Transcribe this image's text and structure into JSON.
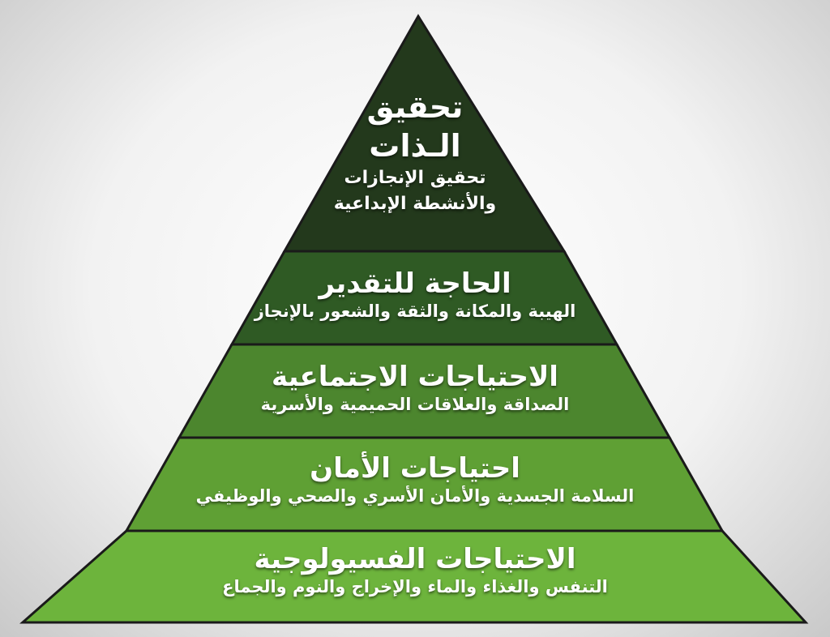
{
  "pyramid": {
    "levels": [
      {
        "title_lines": [
          "تحقيق",
          "الـذات"
        ],
        "subtitle_lines": [
          "تحقيق الإنجازات",
          "والأنشطة الإبداعية"
        ],
        "color": "#23391c"
      },
      {
        "title_lines": [
          "الحاجة للتقدير"
        ],
        "subtitle_lines": [
          "الهيبة والمكانة والثقة والشعور بالإنجاز"
        ],
        "color": "#2f5a24"
      },
      {
        "title_lines": [
          "الاحتياجات الاجتماعية"
        ],
        "subtitle_lines": [
          "الصداقة والعلاقات الحميمية والأسرية"
        ],
        "color": "#4c862e"
      },
      {
        "title_lines": [
          "احتياجات الأمان"
        ],
        "subtitle_lines": [
          "السلامة الجسدية والأمان الأسري والصحي والوظيفي"
        ],
        "color": "#5fa034"
      },
      {
        "title_lines": [
          "الاحتياجات الفسيولوجية"
        ],
        "subtitle_lines": [
          "التنفس والغذاء والماء والإخراج والنوم والجماع"
        ],
        "color": "#6db43c"
      }
    ]
  }
}
